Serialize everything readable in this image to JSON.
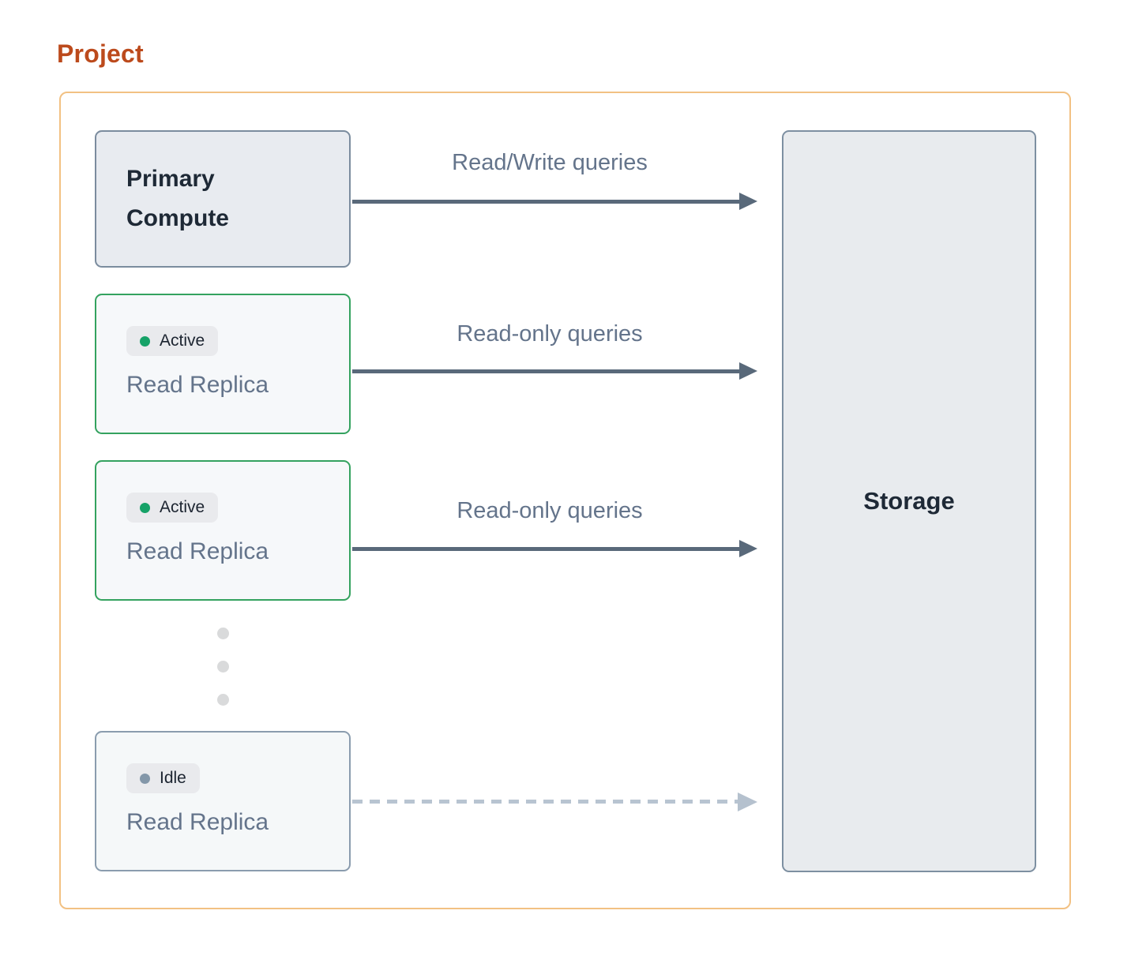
{
  "title": "Project",
  "nodes": {
    "primary": {
      "label": "Primary Compute"
    },
    "replicas": [
      {
        "status": "Active",
        "label": "Read Replica"
      },
      {
        "status": "Active",
        "label": "Read Replica"
      },
      {
        "status": "Idle",
        "label": "Read Replica"
      }
    ],
    "storage": {
      "label": "Storage"
    }
  },
  "edges": [
    {
      "from": "Primary Compute",
      "to": "Storage",
      "label": "Read/Write queries",
      "style": "solid"
    },
    {
      "from": "Read Replica (Active)",
      "to": "Storage",
      "label": "Read-only queries",
      "style": "solid"
    },
    {
      "from": "Read Replica (Active)",
      "to": "Storage",
      "label": "Read-only queries",
      "style": "solid"
    },
    {
      "from": "Read Replica (Idle)",
      "to": "Storage",
      "label": "",
      "style": "dashed"
    }
  ],
  "colors": {
    "title_orange": "#bc4a1c",
    "container_border_orange": "#f2c183",
    "active_border_green": "#34a25f",
    "active_dot_green": "#16a268",
    "idle_dot_slate": "#8397a9",
    "idle_border_slate": "#8a9cae",
    "node_border_slate": "#7d8fa1",
    "node_fill_gray": "#e8ebee",
    "arrow_solid": "#59697a",
    "arrow_dashed": "#b5c1ce",
    "muted_text": "#64748b",
    "dark_text": "#1e2936"
  }
}
